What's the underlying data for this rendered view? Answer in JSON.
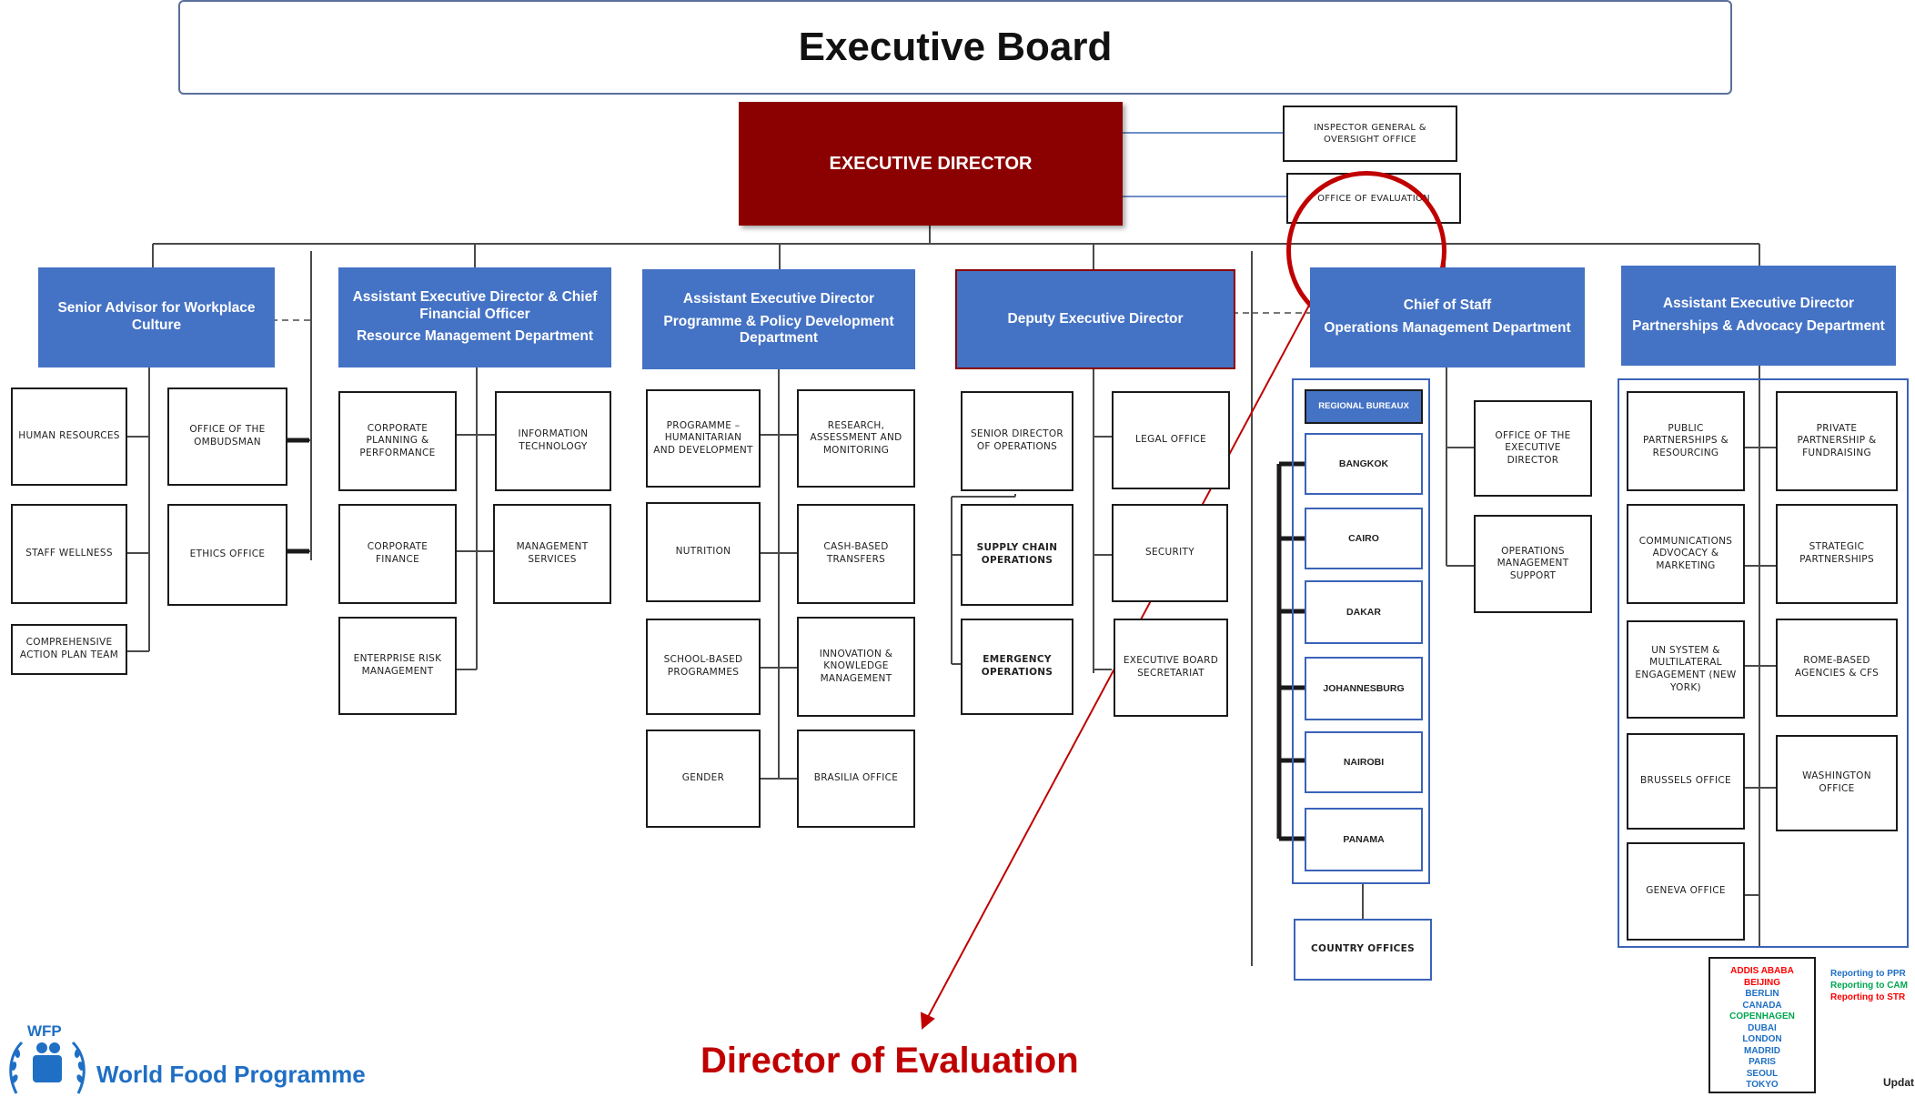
{
  "board": {
    "title": "Executive Board"
  },
  "executive_director": {
    "label": "EXECUTIVE DIRECTOR"
  },
  "oversight": {
    "inspector": "INSPECTOR GENERAL & OVERSIGHT OFFICE",
    "evaluation": "OFFICE OF EVALUATION"
  },
  "columns": {
    "workplace": {
      "head": [
        "Senior Advisor for Workplace Culture"
      ],
      "units": [
        "HUMAN RESOURCES",
        "OFFICE OF THE OMBUDSMAN",
        "STAFF WELLNESS",
        "ETHICS OFFICE",
        "COMPREHENSIVE ACTION PLAN TEAM"
      ]
    },
    "rmd": {
      "head": [
        "Assistant Executive Director & Chief Financial Officer",
        "Resource Management Department"
      ],
      "units": [
        "CORPORATE PLANNING & PERFORMANCE",
        "INFORMATION TECHNOLOGY",
        "CORPORATE FINANCE",
        "MANAGEMENT SERVICES",
        "ENTERPRISE RISK MANAGEMENT"
      ]
    },
    "ppd": {
      "head": [
        "Assistant Executive Director",
        "Programme & Policy Development Department"
      ],
      "units": [
        "PROGRAMME – HUMANITARIAN AND DEVELOPMENT",
        "RESEARCH, ASSESSMENT AND MONITORING",
        "NUTRITION",
        "CASH-BASED TRANSFERS",
        "SCHOOL-BASED PROGRAMMES",
        "INNOVATION & KNOWLEDGE MANAGEMENT",
        "GENDER",
        "BRASILIA OFFICE"
      ]
    },
    "ded": {
      "head": [
        "Deputy Executive Director"
      ],
      "units": [
        "SENIOR DIRECTOR OF OPERATIONS",
        "LEGAL OFFICE",
        "SUPPLY CHAIN OPERATIONS",
        "SECURITY",
        "EMERGENCY OPERATIONS",
        "EXECUTIVE BOARD SECRETARIAT"
      ]
    },
    "cos": {
      "head": [
        "Chief of Staff",
        "Operations Management Department"
      ],
      "regional_title": "REGIONAL BUREAUX",
      "bureaux": [
        "BANGKOK",
        "CAIRO",
        "DAKAR",
        "JOHANNESBURG",
        "NAIROBI",
        "PANAMA"
      ],
      "units": [
        "OFFICE OF THE EXECUTIVE DIRECTOR",
        "OPERATIONS MANAGEMENT SUPPORT"
      ],
      "country_offices": "COUNTRY OFFICES"
    },
    "pad": {
      "head": [
        "Assistant Executive Director",
        "Partnerships & Advocacy Department"
      ],
      "units": [
        "PUBLIC PARTNERSHIPS & RESOURCING",
        "PRIVATE PARTNERSHIP & FUNDRAISING",
        "COMMUNICATIONS ADVOCACY & MARKETING",
        "STRATEGIC PARTNERSHIPS",
        "UN SYSTEM & MULTILATERAL ENGAGEMENT (NEW YORK)",
        "ROME-BASED AGENCIES & CFS",
        "BRUSSELS OFFICE",
        "WASHINGTON OFFICE",
        "GENEVA OFFICE"
      ]
    }
  },
  "liaison_offices": [
    {
      "name": "ADDIS ABABA",
      "color": "#ff0000"
    },
    {
      "name": "BEIJING",
      "color": "#ff0000"
    },
    {
      "name": "BERLIN",
      "color": "#1f6fc4"
    },
    {
      "name": "CANADA",
      "color": "#1f6fc4"
    },
    {
      "name": "COPENHAGEN",
      "color": "#00a651"
    },
    {
      "name": "DUBAI",
      "color": "#1f6fc4"
    },
    {
      "name": "LONDON",
      "color": "#1f6fc4"
    },
    {
      "name": "MADRID",
      "color": "#1f6fc4"
    },
    {
      "name": "PARIS",
      "color": "#1f6fc4"
    },
    {
      "name": "SEOUL",
      "color": "#1f6fc4"
    },
    {
      "name": "TOKYO",
      "color": "#1f6fc4"
    }
  ],
  "legend": [
    {
      "text": "Reporting to PPR",
      "color": "#1f6fc4"
    },
    {
      "text": "Reporting to CAM",
      "color": "#00a651"
    },
    {
      "text": "Reporting to STR",
      "color": "#ff0000"
    }
  ],
  "updated_text": "Updat",
  "callout": {
    "text": "Director of Evaluation"
  },
  "logo": {
    "abbr": "WFP",
    "name": "World Food Programme"
  },
  "colors": {
    "head": "#4472c4",
    "executive_director": "#8b0000",
    "callout": "#c00000",
    "logo": "#1f6fc4"
  }
}
